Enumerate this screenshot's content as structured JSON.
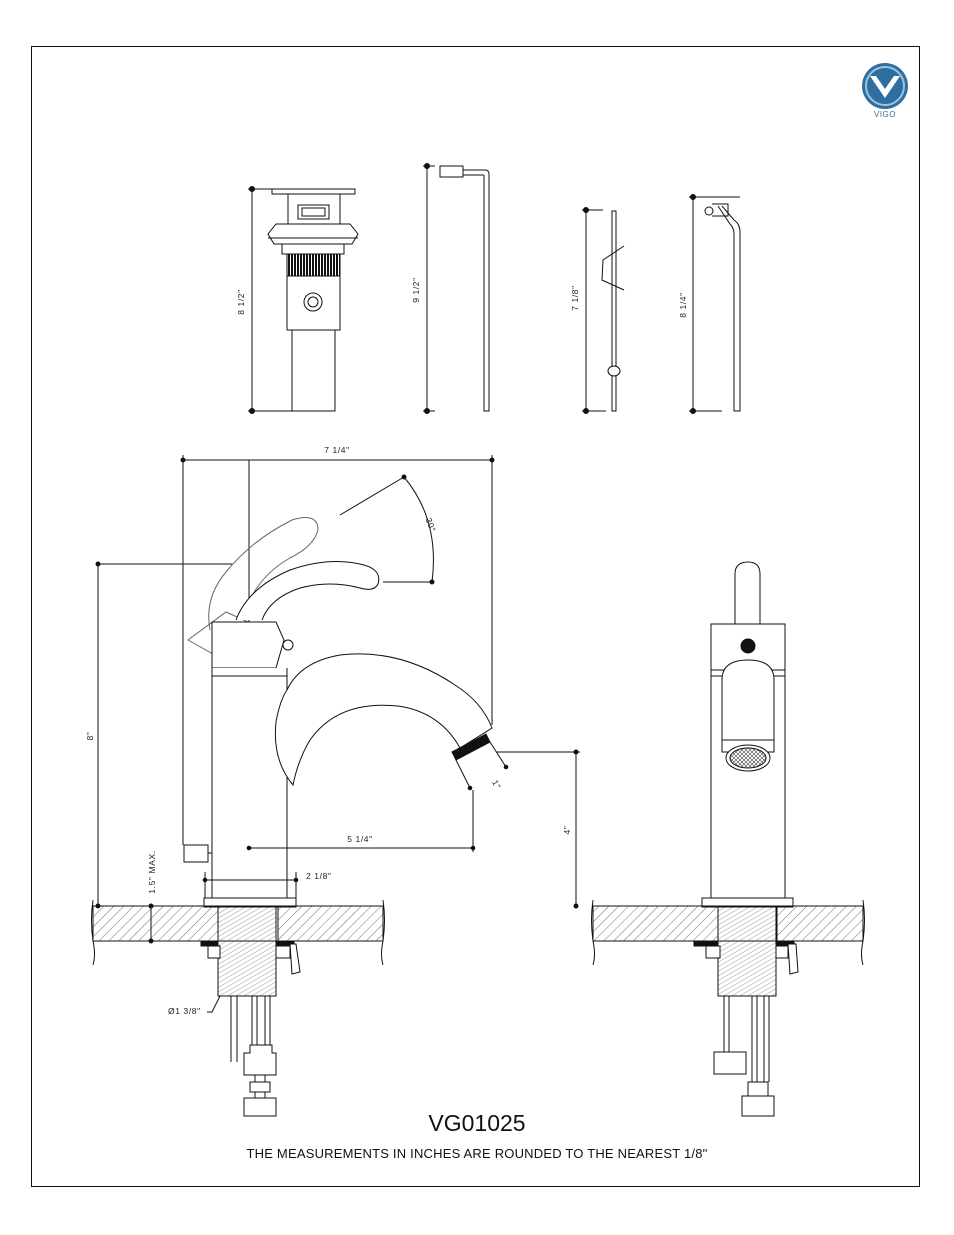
{
  "drawing": {
    "model_number": "VG01025",
    "note": "THE MEASUREMENTS IN INCHES ARE ROUNDED TO THE NEAREST 1/8\"",
    "brand": "VIGO",
    "brand_color": "#2d6fa0",
    "line_color": "#111111"
  },
  "dimensions": {
    "drain_height": "8 1/2\"",
    "rod_height": "9 1/2\"",
    "link_height": "7 1/8\"",
    "clip_height": "8 1/4\"",
    "overall_width": "7 1/4\"",
    "handle_angle": "30°",
    "aerator_offset": "1\"",
    "overall_height": "8\"",
    "spout_height": "4\"",
    "spout_reach": "5 1/4\"",
    "base_width": "2 1/8\"",
    "deck_max": "1.5\" MAX.",
    "hole_diameter": "Ø1 3/8\""
  }
}
